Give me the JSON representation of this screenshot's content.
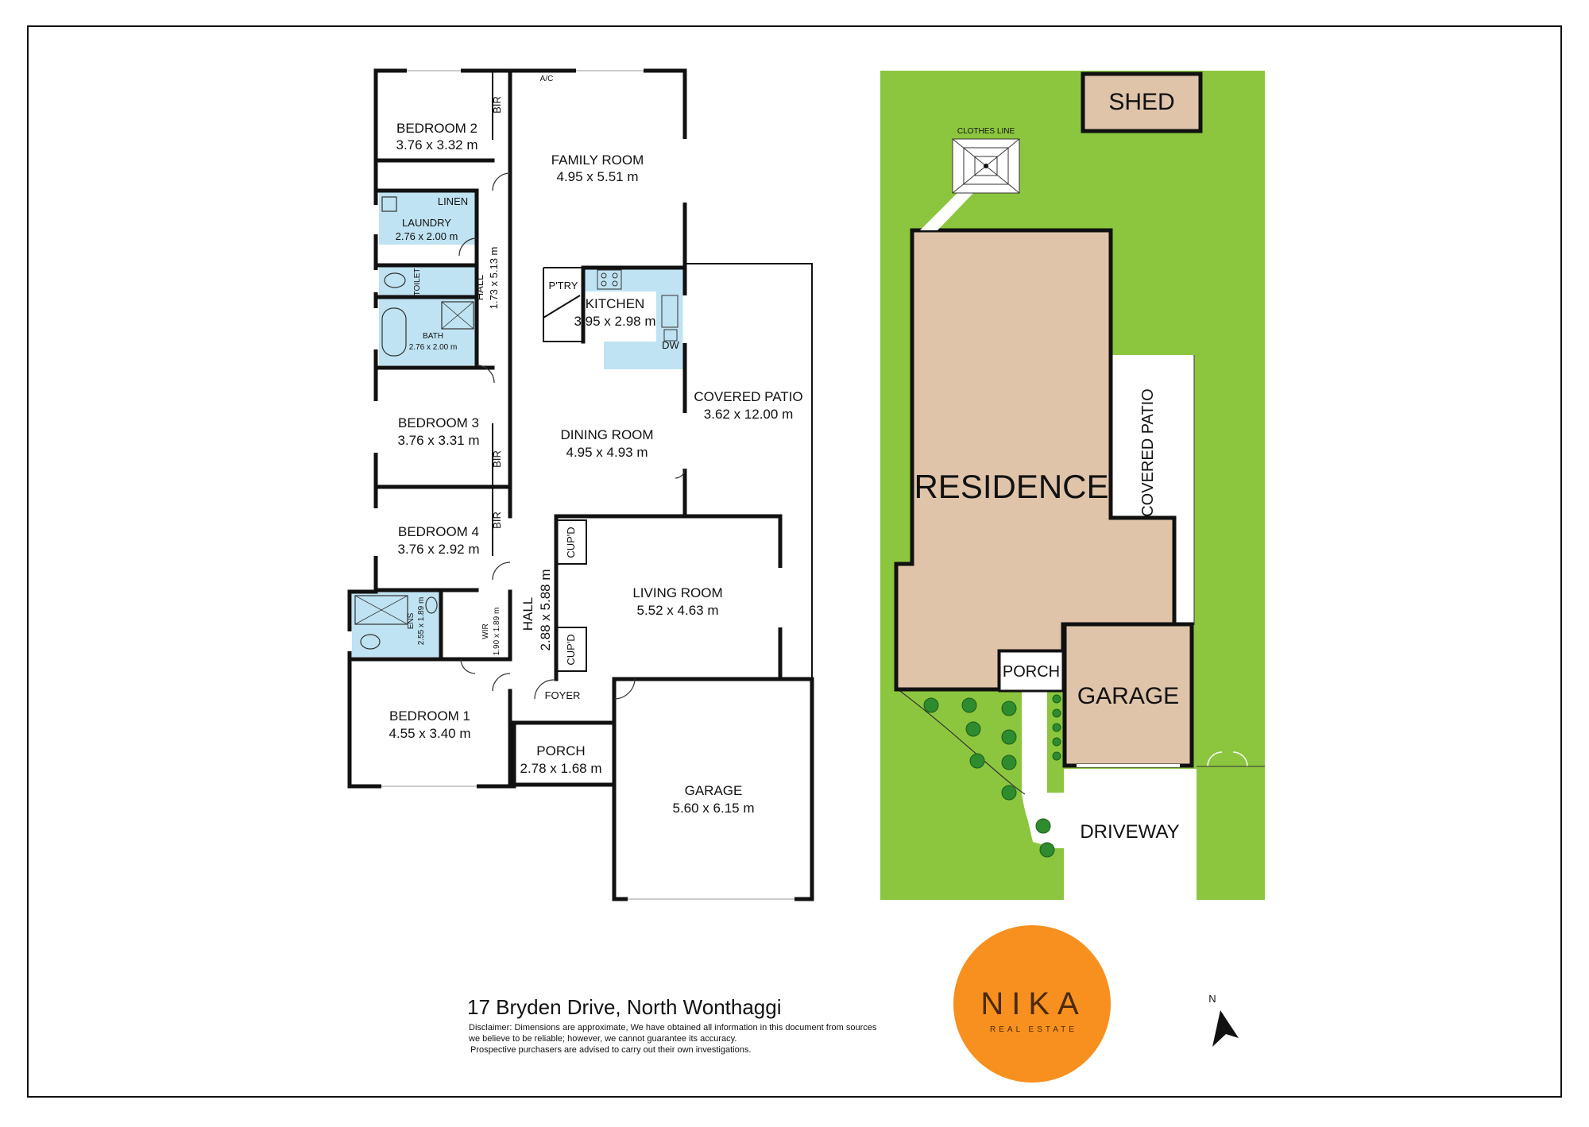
{
  "floorplan": {
    "rooms": {
      "bedroom2": {
        "name": "BEDROOM 2",
        "dims": "3.76 x 3.32 m"
      },
      "family": {
        "name": "FAMILY ROOM",
        "dims": "4.95 x 5.51 m"
      },
      "laundry": {
        "name": "LAUNDRY",
        "dims": "2.76 x 2.00 m"
      },
      "linen": {
        "name": "LINEN"
      },
      "toilet": {
        "name": "TOILET"
      },
      "hall_upper": {
        "name": "HALL",
        "dims": "1.73 x 5.13 m"
      },
      "bath": {
        "name": "BATH",
        "dims": "2.76 x 2.00 m"
      },
      "pantry": {
        "name": "P'TRY"
      },
      "kitchen": {
        "name": "KITCHEN",
        "dims": "3.95 x 2.98 m"
      },
      "dw": {
        "name": "DW"
      },
      "covered_patio": {
        "name": "COVERED PATIO",
        "dims": "3.62 x 12.00 m"
      },
      "bedroom3": {
        "name": "BEDROOM 3",
        "dims": "3.76 x 3.31 m"
      },
      "dining": {
        "name": "DINING ROOM",
        "dims": "4.95 x 4.93 m"
      },
      "bedroom4": {
        "name": "BEDROOM 4",
        "dims": "3.76 x 2.92 m"
      },
      "bir": {
        "name": "BIR"
      },
      "cupd": {
        "name": "CUP'D"
      },
      "ens": {
        "name": "ENS",
        "dims": "2.55 x 1.89 m"
      },
      "wir": {
        "name": "WIR",
        "dims": "1.90 x 1.89 m"
      },
      "hall_lower": {
        "name": "HALL",
        "dims": "2.88 x 5.88 m"
      },
      "living": {
        "name": "LIVING ROOM",
        "dims": "5.52 x 4.63 m"
      },
      "foyer": {
        "name": "FOYER"
      },
      "bedroom1": {
        "name": "BEDROOM 1",
        "dims": "4.55 x 3.40 m"
      },
      "porch": {
        "name": "PORCH",
        "dims": "2.78 x 1.68 m"
      },
      "garage": {
        "name": "GARAGE",
        "dims": "5.60 x 6.15 m"
      },
      "ac": {
        "name": "A/C"
      }
    }
  },
  "siteplan": {
    "shed": "SHED",
    "clothes_line": "CLOTHES LINE",
    "residence": "RESIDENCE",
    "covered_patio": "COVERED PATIO",
    "porch": "PORCH",
    "garage": "GARAGE",
    "driveway": "DRIVEWAY"
  },
  "colors": {
    "grass": "#8cc63f",
    "building": "#e0c4aa",
    "wet_area": "#bfe3f2",
    "logo": "#f7901e"
  },
  "footer": {
    "address": "17 Bryden Drive, North Wonthaggi",
    "disclaimer_lines": [
      "Disclaimer: Dimensions are approximate, We have obtained all information in this document from sources",
      "we believe to be reliable; however, we cannot guarantee its accuracy.",
      "Prospective purchasers are advised to carry out their own investigations."
    ]
  },
  "logo": {
    "name": "NIKA",
    "sub": "REAL ESTATE"
  },
  "compass": {
    "label": "N"
  }
}
